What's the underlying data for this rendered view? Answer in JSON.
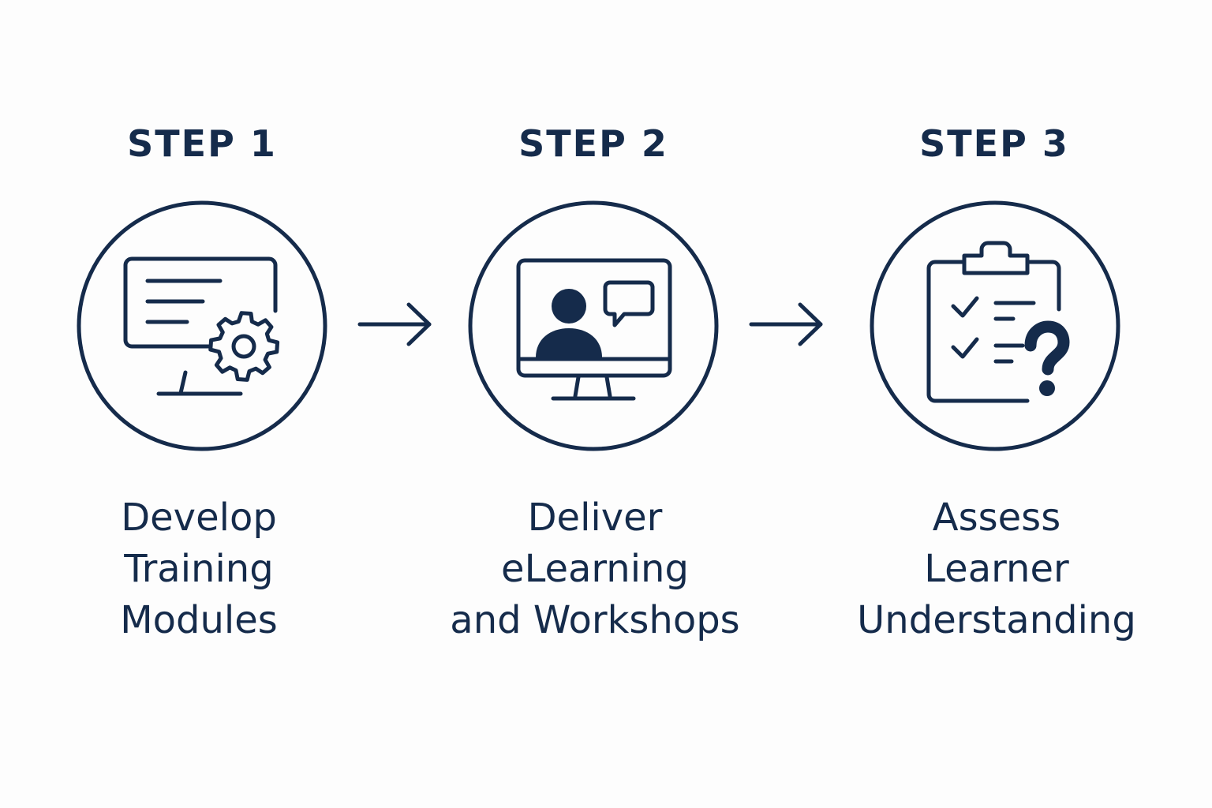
{
  "steps": [
    {
      "heading": "STEP 1",
      "description": [
        "Develop",
        "Training",
        "Modules"
      ],
      "icon": "monitor-gear-icon"
    },
    {
      "heading": "STEP 2",
      "description": [
        "Deliver",
        "eLearning",
        "and Workshops"
      ],
      "icon": "monitor-presenter-chat-icon"
    },
    {
      "heading": "STEP 3",
      "description": [
        "Assess",
        "Learner",
        "Understanding"
      ],
      "icon": "clipboard-checklist-question-icon"
    }
  ],
  "colors": {
    "ink": "#152B4B",
    "background": "#FDFDFD"
  }
}
